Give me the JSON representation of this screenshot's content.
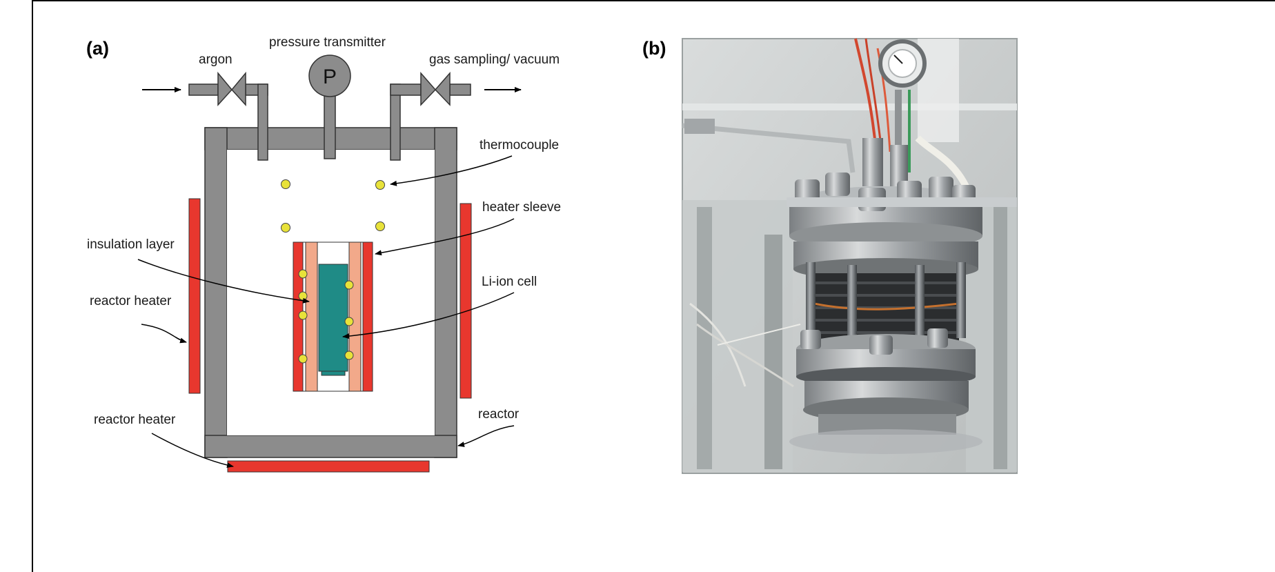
{
  "panel_a": {
    "letter": "(a)",
    "labels": {
      "argon": "argon",
      "pressure_transmitter": "pressure transmitter",
      "pressure_symbol": "P",
      "gas_sampling": "gas sampling/ vacuum",
      "thermocouple": "thermocouple",
      "heater_sleeve": "heater sleeve",
      "insulation_layer": "insulation layer",
      "li_ion_cell": "Li-ion cell",
      "reactor_heater_side": "reactor heater",
      "reactor_heater_bottom": "reactor heater",
      "reactor": "reactor"
    }
  },
  "panel_b": {
    "letter": "(b)"
  },
  "colors": {
    "reactor_wall": "#8c8c8c",
    "reactor_heater": "#e8372e",
    "sleeve_heater": "#e8372e",
    "insulation": "#f2a98a",
    "cell": "#1f8b86",
    "thermocouple": "#e8e23a"
  }
}
